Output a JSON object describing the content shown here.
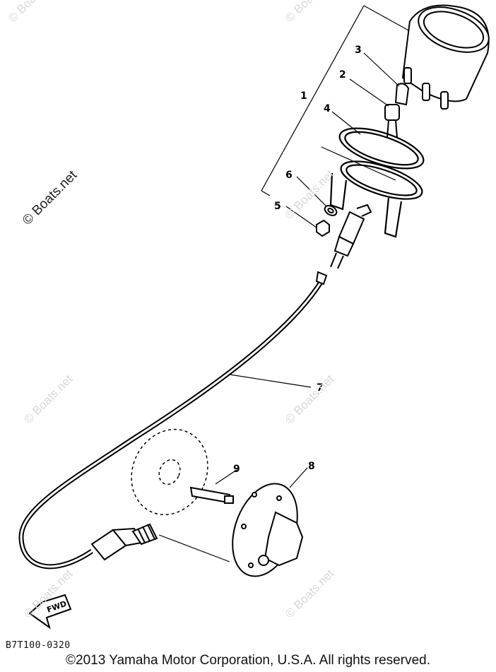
{
  "diagram": {
    "callouts": {
      "c1": "1",
      "c2": "2",
      "c3": "3",
      "c4": "4",
      "c5": "5",
      "c6": "6",
      "c7": "7",
      "c8": "8",
      "c9": "9"
    },
    "fwd_label": "FWD",
    "diagram_code": "B7T100-0320"
  },
  "watermark": {
    "text": "© Boats.net"
  },
  "footer": {
    "copyright": "©2013 Yamaha Motor Corporation, U.S.A. All rights reserved."
  },
  "colors": {
    "line": "#000000",
    "watermark": "#d8d8d8"
  }
}
